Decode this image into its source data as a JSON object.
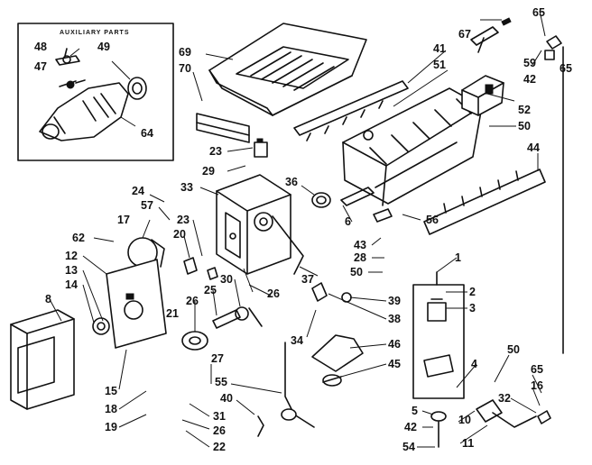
{
  "auxiliary_parts": {
    "title": "AUXILIARY PARTS",
    "callouts": [
      "48",
      "49",
      "47",
      "64"
    ]
  },
  "callouts": [
    {
      "key": "p69",
      "label": "69"
    },
    {
      "key": "p70",
      "label": "70"
    },
    {
      "key": "p67",
      "label": "67"
    },
    {
      "key": "p65a",
      "label": "65"
    },
    {
      "key": "p41",
      "label": "41"
    },
    {
      "key": "p51",
      "label": "51"
    },
    {
      "key": "p59",
      "label": "59"
    },
    {
      "key": "p42a",
      "label": "42"
    },
    {
      "key": "p65b",
      "label": "65"
    },
    {
      "key": "p52",
      "label": "52"
    },
    {
      "key": "p50a",
      "label": "50"
    },
    {
      "key": "p23a",
      "label": "23"
    },
    {
      "key": "p29",
      "label": "29"
    },
    {
      "key": "p33",
      "label": "33"
    },
    {
      "key": "p36",
      "label": "36"
    },
    {
      "key": "p44",
      "label": "44"
    },
    {
      "key": "p24",
      "label": "24"
    },
    {
      "key": "p57",
      "label": "57"
    },
    {
      "key": "p17",
      "label": "17"
    },
    {
      "key": "p23b",
      "label": "23"
    },
    {
      "key": "p62",
      "label": "62"
    },
    {
      "key": "p20",
      "label": "20"
    },
    {
      "key": "p6",
      "label": "6"
    },
    {
      "key": "p56",
      "label": "56"
    },
    {
      "key": "p43",
      "label": "43"
    },
    {
      "key": "p28",
      "label": "28"
    },
    {
      "key": "p50b",
      "label": "50"
    },
    {
      "key": "p12",
      "label": "12"
    },
    {
      "key": "p13",
      "label": "13"
    },
    {
      "key": "p14",
      "label": "14"
    },
    {
      "key": "p8",
      "label": "8"
    },
    {
      "key": "p30",
      "label": "30"
    },
    {
      "key": "p25",
      "label": "25"
    },
    {
      "key": "p26a",
      "label": "26"
    },
    {
      "key": "p26b",
      "label": "26"
    },
    {
      "key": "p21",
      "label": "21"
    },
    {
      "key": "p37",
      "label": "37"
    },
    {
      "key": "p1",
      "label": "1"
    },
    {
      "key": "p2",
      "label": "2"
    },
    {
      "key": "p3",
      "label": "3"
    },
    {
      "key": "p39",
      "label": "39"
    },
    {
      "key": "p38",
      "label": "38"
    },
    {
      "key": "p34",
      "label": "34"
    },
    {
      "key": "p46",
      "label": "46"
    },
    {
      "key": "p45",
      "label": "45"
    },
    {
      "key": "p15",
      "label": "15"
    },
    {
      "key": "p27",
      "label": "27"
    },
    {
      "key": "p55",
      "label": "55"
    },
    {
      "key": "p40",
      "label": "40"
    },
    {
      "key": "p18",
      "label": "18"
    },
    {
      "key": "p19",
      "label": "19"
    },
    {
      "key": "p31",
      "label": "31"
    },
    {
      "key": "p26c",
      "label": "26"
    },
    {
      "key": "p22",
      "label": "22"
    },
    {
      "key": "p50c",
      "label": "50"
    },
    {
      "key": "p4",
      "label": "4"
    },
    {
      "key": "p65c",
      "label": "65"
    },
    {
      "key": "p16",
      "label": "16"
    },
    {
      "key": "p32",
      "label": "32"
    },
    {
      "key": "p5",
      "label": "5"
    },
    {
      "key": "p10",
      "label": "10"
    },
    {
      "key": "p42b",
      "label": "42"
    },
    {
      "key": "p11",
      "label": "11"
    },
    {
      "key": "p54",
      "label": "54"
    }
  ]
}
